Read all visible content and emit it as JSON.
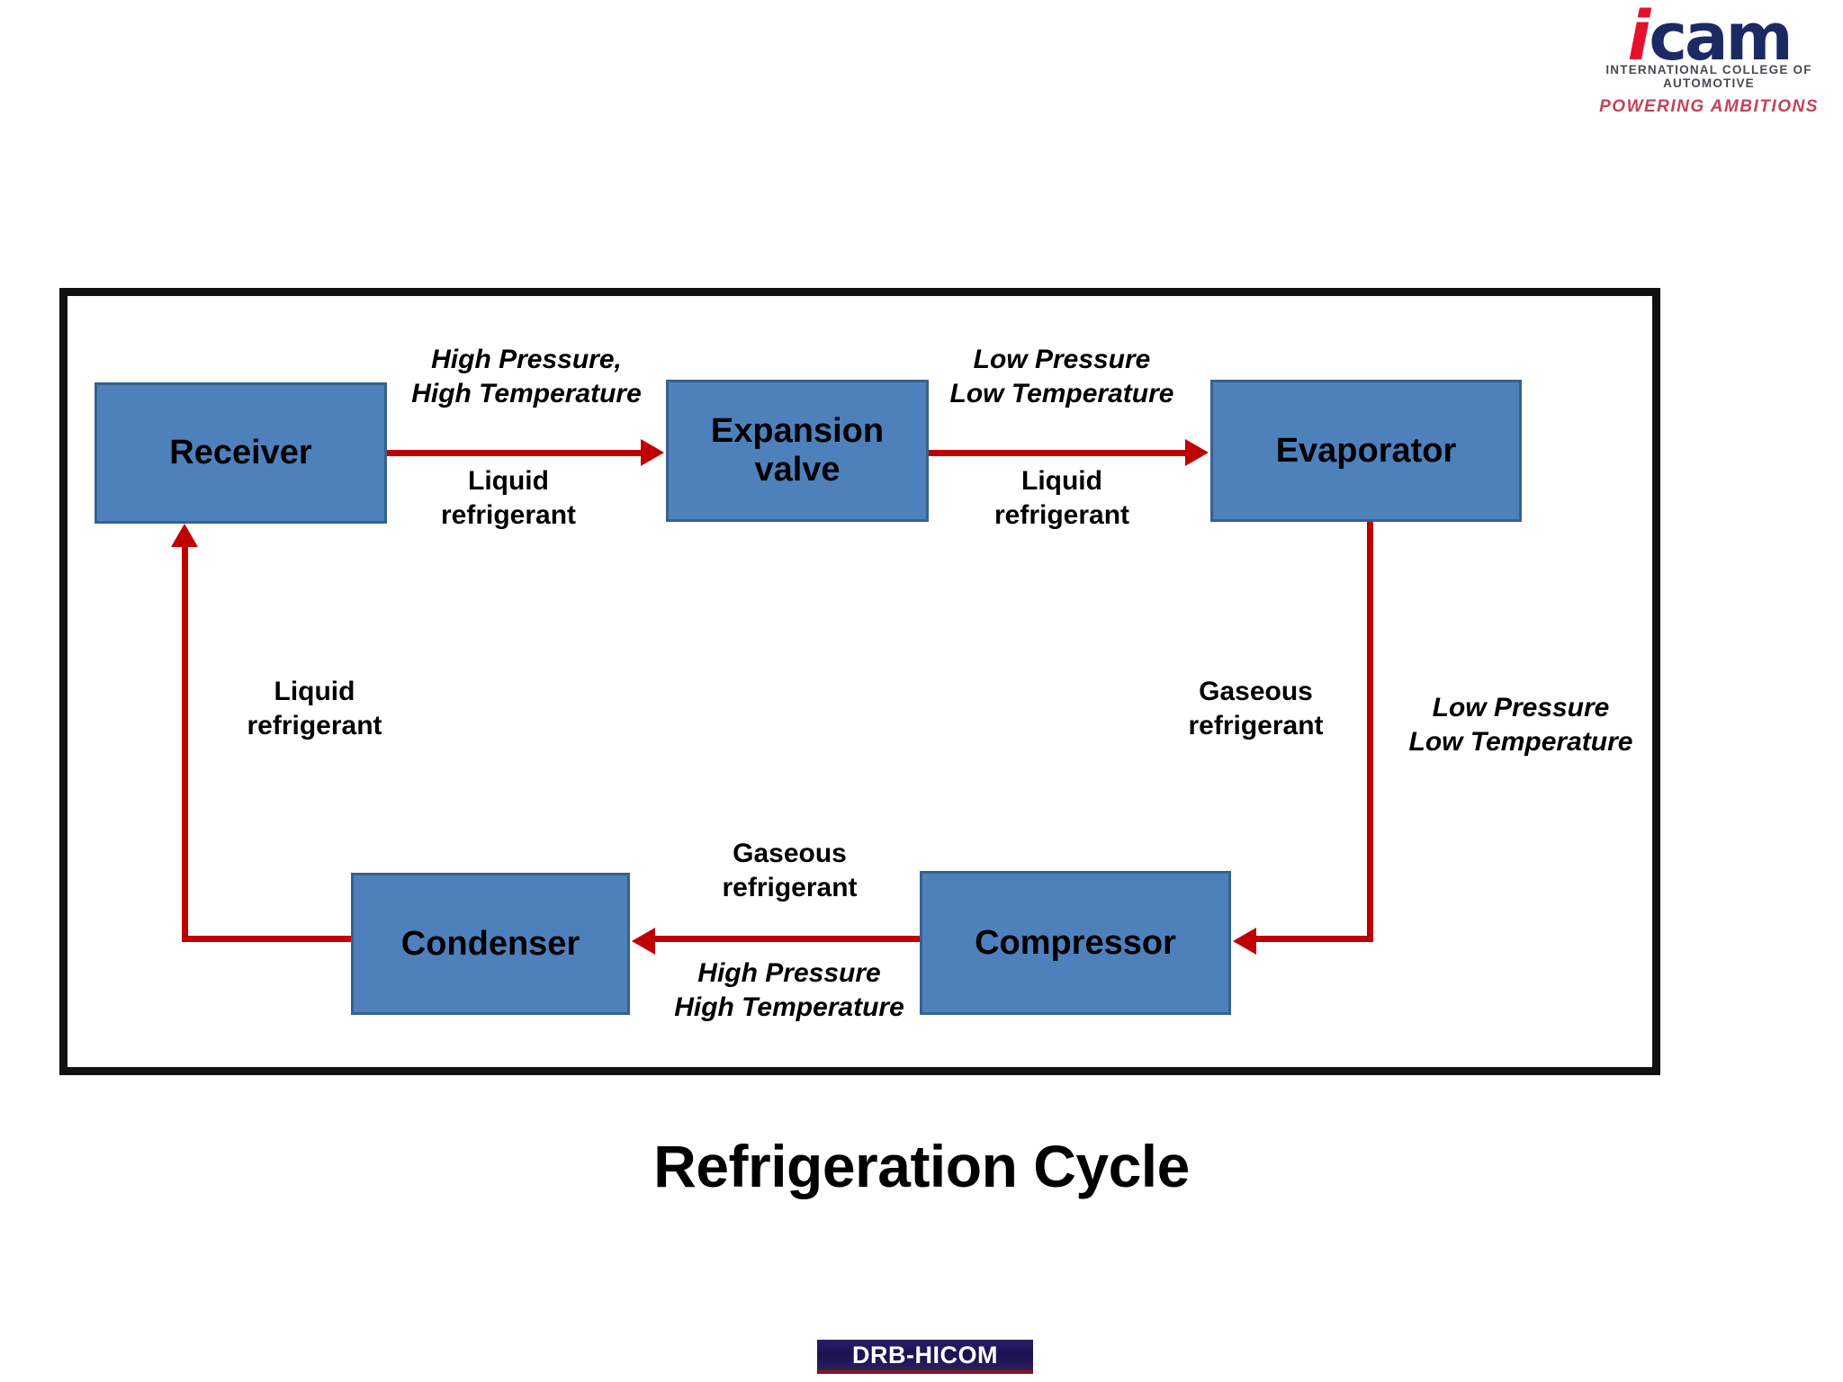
{
  "logo": {
    "icam": {
      "letter_i": "i",
      "letters_cam": "cam",
      "subtitle_line1": "INTERNATIONAL COLLEGE OF",
      "subtitle_line2": "AUTOMOTIVE",
      "tagline": "POWERING AMBITIONS",
      "accent_red": "#E8112D",
      "accent_navy": "#1B2A63",
      "tagline_color": "#C2435A"
    },
    "drb": {
      "text": "DRB-HICOM",
      "background": "#1b1250",
      "accent_red": "#7c1a2a"
    }
  },
  "diagram": {
    "title": "Refrigeration Cycle",
    "node_fill": "#4E80BC",
    "node_border": "#37618E",
    "connector_color": "#C00000",
    "frame_color": "#111111",
    "nodes": [
      {
        "id": "receiver",
        "label": "Receiver"
      },
      {
        "id": "expansion",
        "label": "Expansion valve"
      },
      {
        "id": "evaporator",
        "label": "Evaporator"
      },
      {
        "id": "condenser",
        "label": "Condenser"
      },
      {
        "id": "compressor",
        "label": "Compressor"
      }
    ],
    "flows": [
      {
        "id": "receiver-to-expansion",
        "from": "receiver",
        "to": "expansion",
        "state_line1": "High Pressure,",
        "state_line2": "High Temperature",
        "phase_line1": "Liquid",
        "phase_line2": "refrigerant"
      },
      {
        "id": "expansion-to-evaporator",
        "from": "expansion",
        "to": "evaporator",
        "state_line1": "Low Pressure",
        "state_line2": "Low Temperature",
        "phase_line1": "Liquid",
        "phase_line2": "refrigerant"
      },
      {
        "id": "evaporator-to-compressor",
        "from": "evaporator",
        "to": "compressor",
        "state_line1": "Low Pressure",
        "state_line2": "Low Temperature",
        "phase_line1": "Gaseous",
        "phase_line2": "refrigerant"
      },
      {
        "id": "compressor-to-condenser",
        "from": "compressor",
        "to": "condenser",
        "state_line1": "High Pressure",
        "state_line2": "High Temperature",
        "phase_line1": "Gaseous",
        "phase_line2": "refrigerant"
      },
      {
        "id": "condenser-to-receiver",
        "from": "condenser",
        "to": "receiver",
        "phase_line1": "Liquid",
        "phase_line2": "refrigerant"
      }
    ]
  }
}
